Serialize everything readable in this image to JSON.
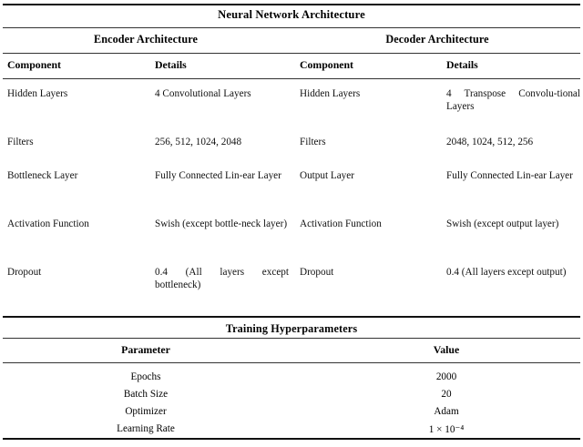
{
  "document": {
    "title": "Neural Network Architecture"
  },
  "architecture_table": {
    "section_headers": [
      "Encoder Architecture",
      "Decoder Architecture"
    ],
    "column_headers": [
      "Component",
      "Details",
      "Component",
      "Details"
    ],
    "rows": [
      {
        "encoder_component": "Hidden Layers",
        "encoder_details": "4 Convolutional Layers",
        "decoder_component": "Hidden Layers",
        "decoder_details": "4 Transpose Convolu-tional Layers"
      },
      {
        "encoder_component": "Filters",
        "encoder_details": "256, 512, 1024, 2048",
        "decoder_component": "Filters",
        "decoder_details": "2048, 1024, 512, 256"
      },
      {
        "encoder_component": "Bottleneck Layer",
        "encoder_details": "Fully Connected Lin-ear Layer",
        "decoder_component": "Output Layer",
        "decoder_details": "Fully Connected Lin-ear Layer"
      },
      {
        "encoder_component": "Activation Function",
        "encoder_details": "Swish (except bottle-neck layer)",
        "decoder_component": "Activation Function",
        "decoder_details": "Swish (except output layer)"
      },
      {
        "encoder_component": "Dropout",
        "encoder_details": "0.4 (All layers except bottleneck)",
        "decoder_component": "Dropout",
        "decoder_details": "0.4 (All layers except output)"
      }
    ]
  },
  "hyperparameters_table": {
    "section_header": "Training Hyperparameters",
    "column_headers": [
      "Parameter",
      "Value"
    ],
    "rows": [
      {
        "parameter": "Epochs",
        "value": "2000"
      },
      {
        "parameter": "Batch Size",
        "value": "20"
      },
      {
        "parameter": "Optimizer",
        "value": "Adam"
      },
      {
        "parameter": "Learning Rate",
        "value": "1 × 10⁻⁴"
      }
    ]
  },
  "colors": {
    "background": "#ffffff",
    "text": "#111111",
    "rule": "#1a1a1a"
  }
}
